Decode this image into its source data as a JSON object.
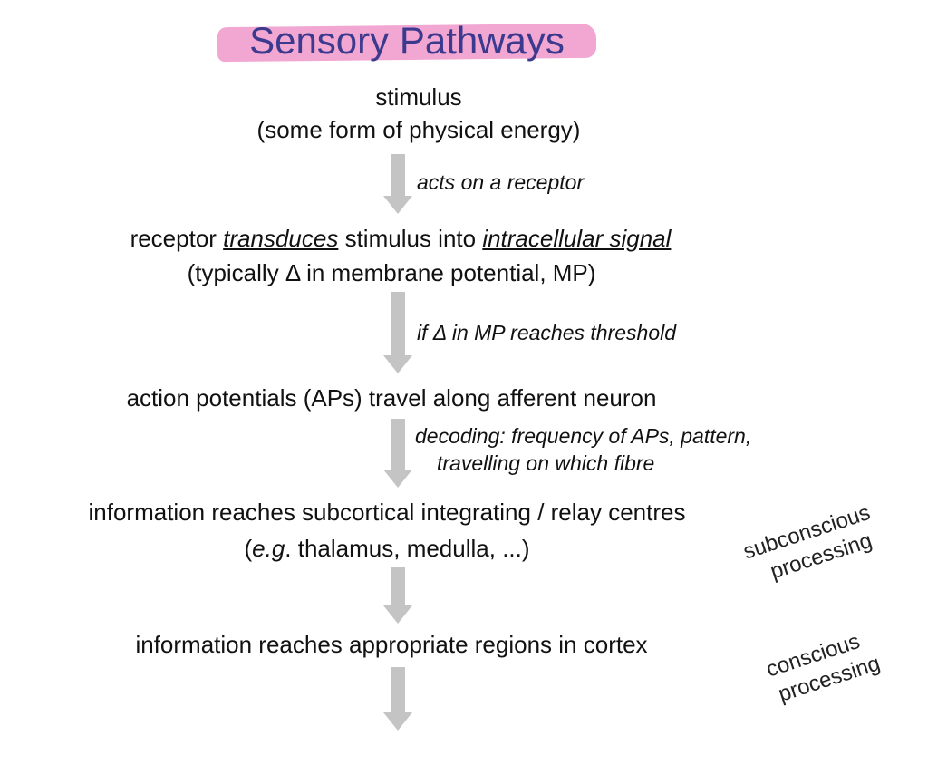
{
  "title": "Sensory Pathways",
  "steps": [
    {
      "line1": "stimulus",
      "line2": "(some form of physical energy)"
    },
    {
      "line1_parts": [
        "receptor ",
        "transduces",
        " stimulus into ",
        "intracellular signal"
      ],
      "line2": "(typically Δ in membrane potential, MP)"
    },
    {
      "line1": "action potentials (APs) travel along afferent neuron"
    },
    {
      "line1": "information reaches subcortical integrating / relay centres",
      "line2_parts": [
        "(",
        "e.g",
        ". thalamus, medulla, ...)"
      ]
    },
    {
      "line1": "information reaches appropriate regions in cortex"
    }
  ],
  "arrow_labels": [
    "acts on a receptor",
    "if Δ in MP reaches threshold",
    "decoding: frequency of APs, pattern,",
    "travelling on which fibre"
  ],
  "side_labels": [
    {
      "line1": "subconscious",
      "line2": "processing"
    },
    {
      "line1": "conscious",
      "line2": "processing"
    }
  ],
  "colors": {
    "title": "#3b3a8e",
    "highlight": "#f2a6d2",
    "arrow": "#c4c4c4",
    "text": "#111111"
  }
}
